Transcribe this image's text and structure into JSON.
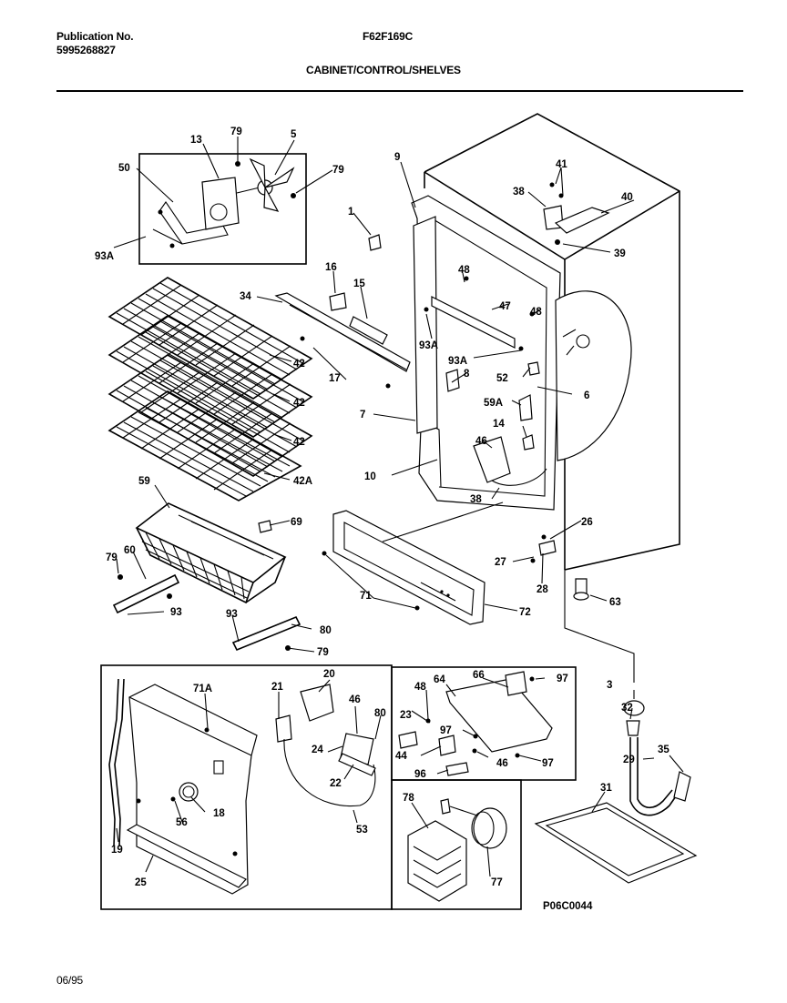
{
  "header": {
    "pub_label": "Publication No.",
    "pub_number": "5995268827",
    "model": "F62F169C",
    "section": "CABINET/CONTROL/SHELVES"
  },
  "footer": {
    "date": "06/95",
    "drawing_code": "P06C0044"
  },
  "callouts": [
    "79",
    "13",
    "5",
    "50",
    "79",
    "93A",
    "1",
    "9",
    "41",
    "38",
    "40",
    "39",
    "16",
    "15",
    "34",
    "48",
    "47",
    "48",
    "93A",
    "93A",
    "6",
    "52",
    "8",
    "59A",
    "14",
    "42",
    "17",
    "42",
    "7",
    "42",
    "46",
    "10",
    "42A",
    "38",
    "59",
    "69",
    "26",
    "27",
    "28",
    "63",
    "79",
    "60",
    "71",
    "72",
    "93",
    "93",
    "80",
    "79",
    "3",
    "32",
    "29",
    "35",
    "31",
    "71A",
    "21",
    "20",
    "46",
    "80",
    "24",
    "22",
    "18",
    "56",
    "19",
    "25",
    "53",
    "48",
    "64",
    "66",
    "97",
    "23",
    "97",
    "44",
    "46",
    "97",
    "96",
    "78",
    "77"
  ]
}
